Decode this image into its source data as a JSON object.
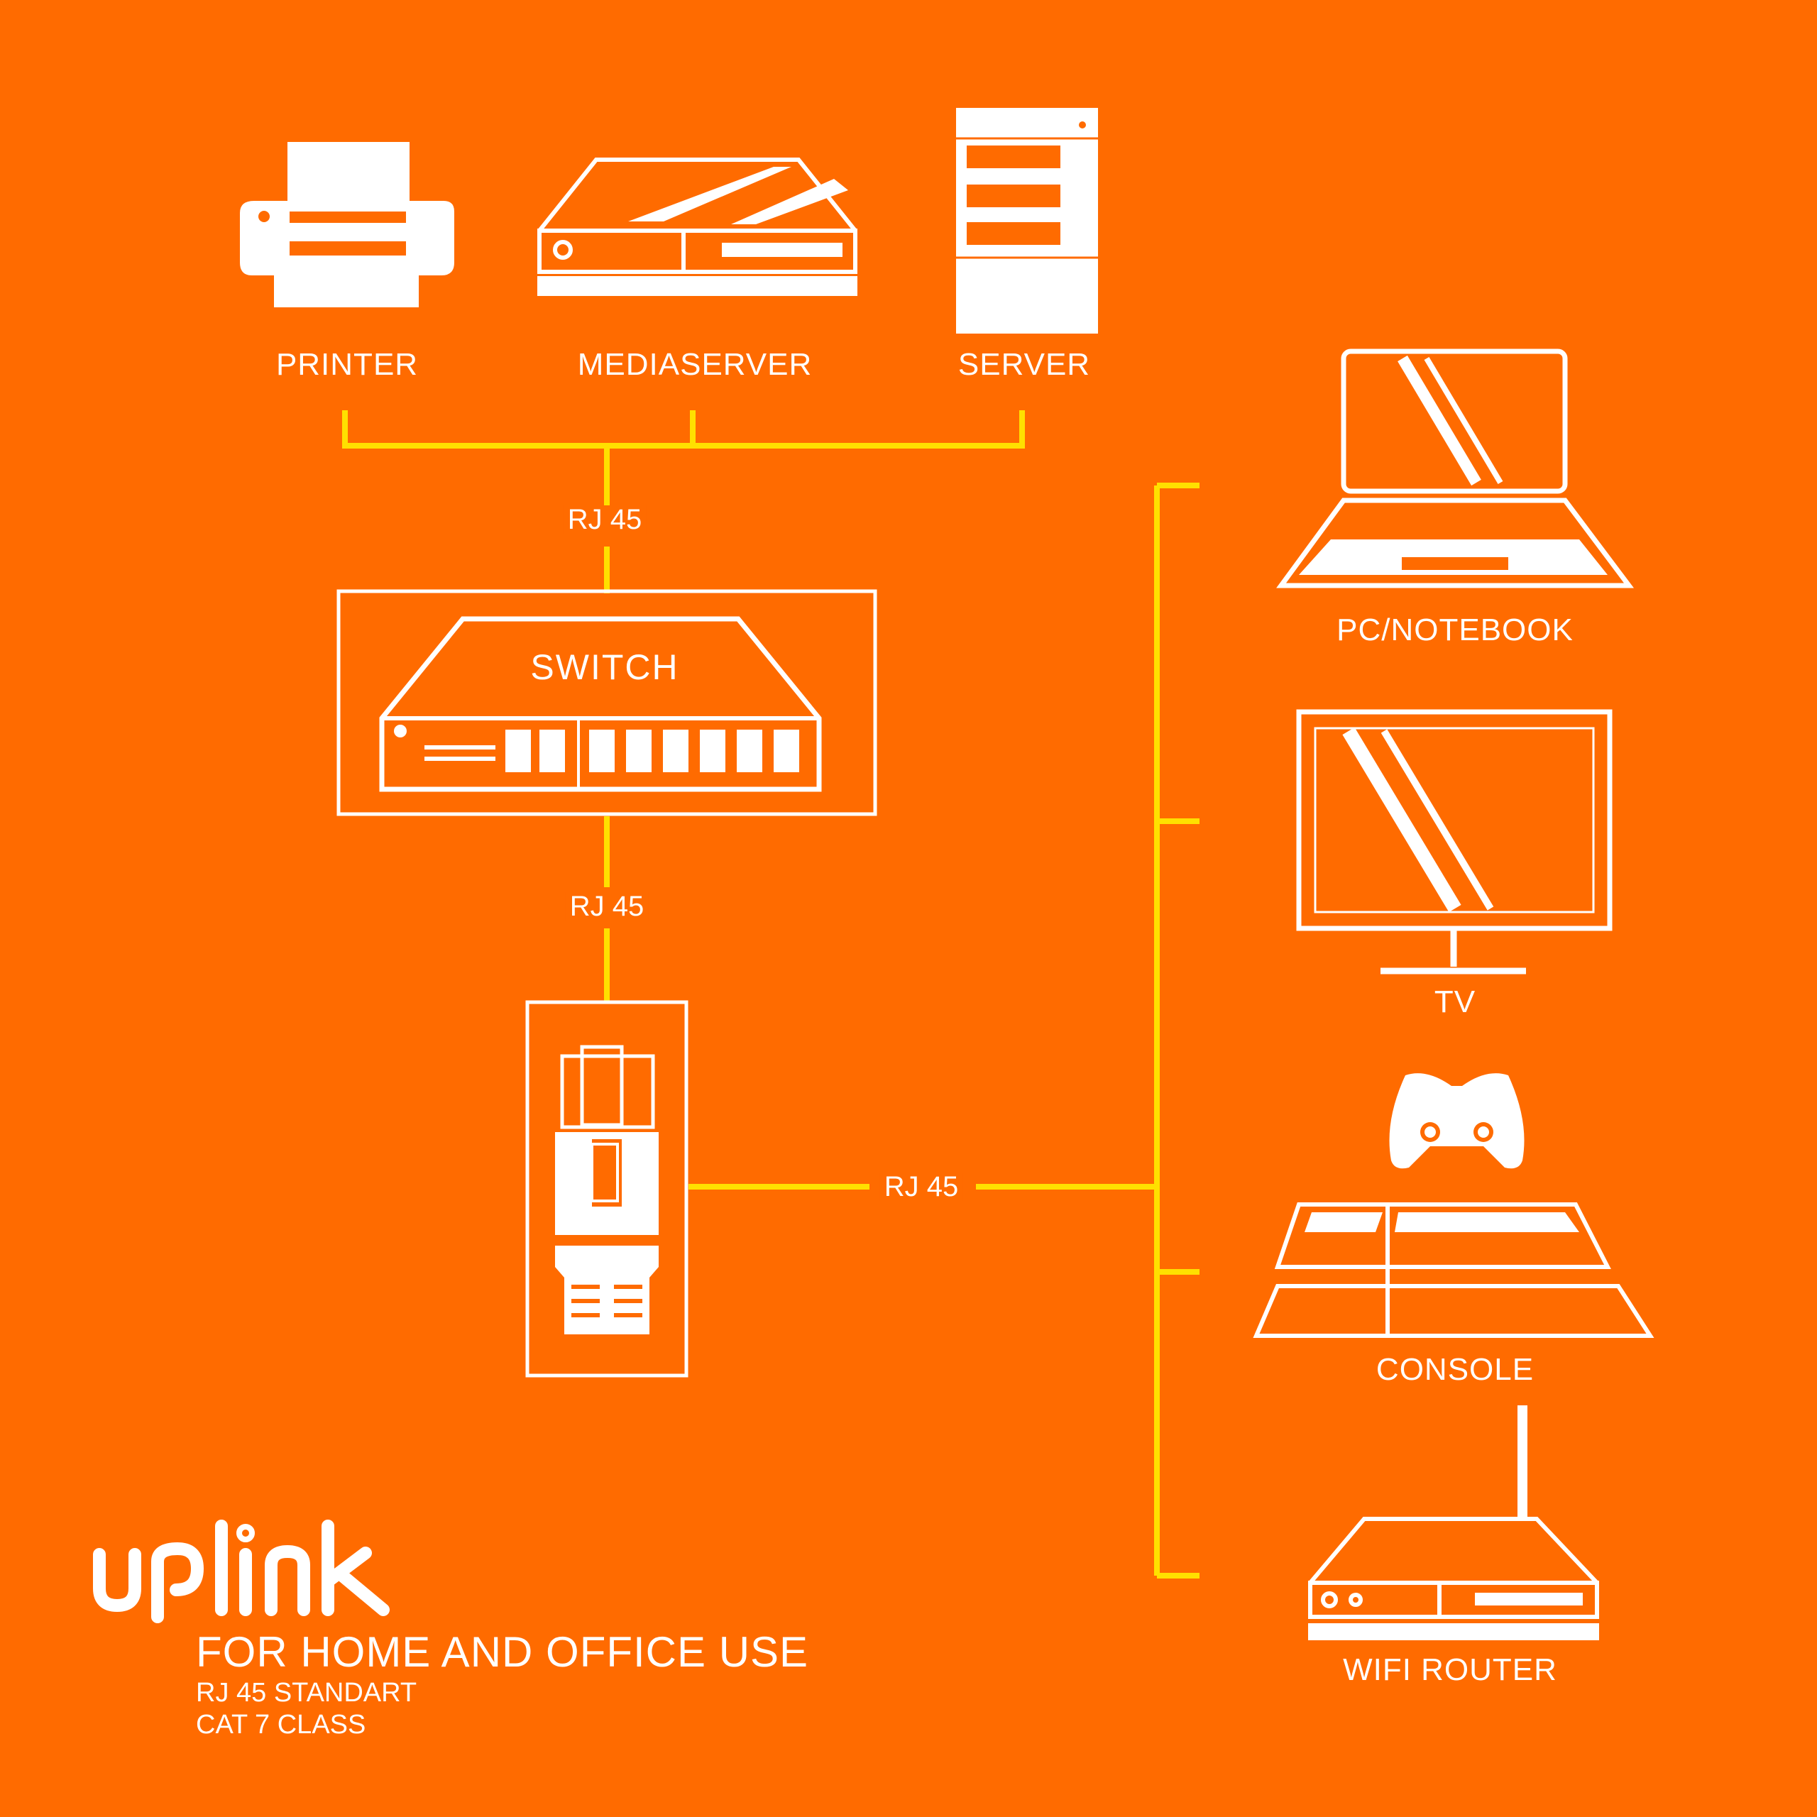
{
  "colors": {
    "background": "#FF6B00",
    "connector": "#FFE000",
    "foreground": "#FFFFFF"
  },
  "devices": {
    "printer": "PRINTER",
    "mediaserver": "MEDIASERVER",
    "server": "SERVER",
    "pc_notebook": "PC/NOTEBOOK",
    "tv": "TV",
    "console": "CONSOLE",
    "wifi_router": "WIFI ROUTER"
  },
  "switch": {
    "label": "SWITCH"
  },
  "links": {
    "top": "RJ 45",
    "middle": "RJ 45",
    "right": "RJ 45"
  },
  "branding": {
    "logo": "uplink",
    "tagline": "FOR HOME AND OFFICE USE",
    "line1": "RJ 45 STANDART",
    "line2": "CAT 7 CLASS"
  }
}
